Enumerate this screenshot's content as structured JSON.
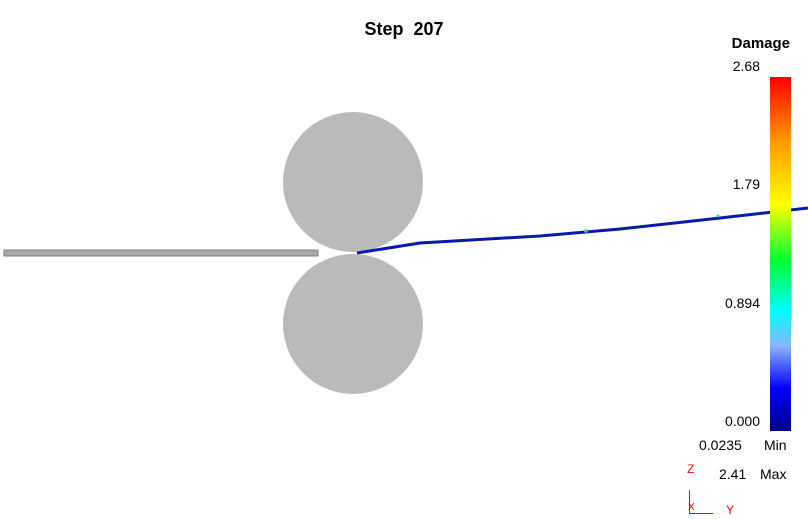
{
  "viewport": {
    "step_label": "Step  207"
  },
  "legend": {
    "title": "Damage",
    "ticks": [
      "2.68",
      "1.79",
      "0.894",
      "0.000"
    ],
    "min_value": "0.0235",
    "min_label": "Min",
    "max_value": "2.41",
    "max_label": "Max",
    "gradient_colors": [
      "#ff0000",
      "#ff8c00",
      "#ffff00",
      "#00ff00",
      "#00ffff",
      "#66ccff",
      "#0000ff",
      "#000080"
    ]
  },
  "axes": {
    "z_label": "Z",
    "y_label": "Y",
    "x_label": "X",
    "color": "#ff0000"
  },
  "scene": {
    "roller_color": "#bababa",
    "plate_color": "#a8a8a8",
    "strip_color": "#0a1aa8"
  }
}
